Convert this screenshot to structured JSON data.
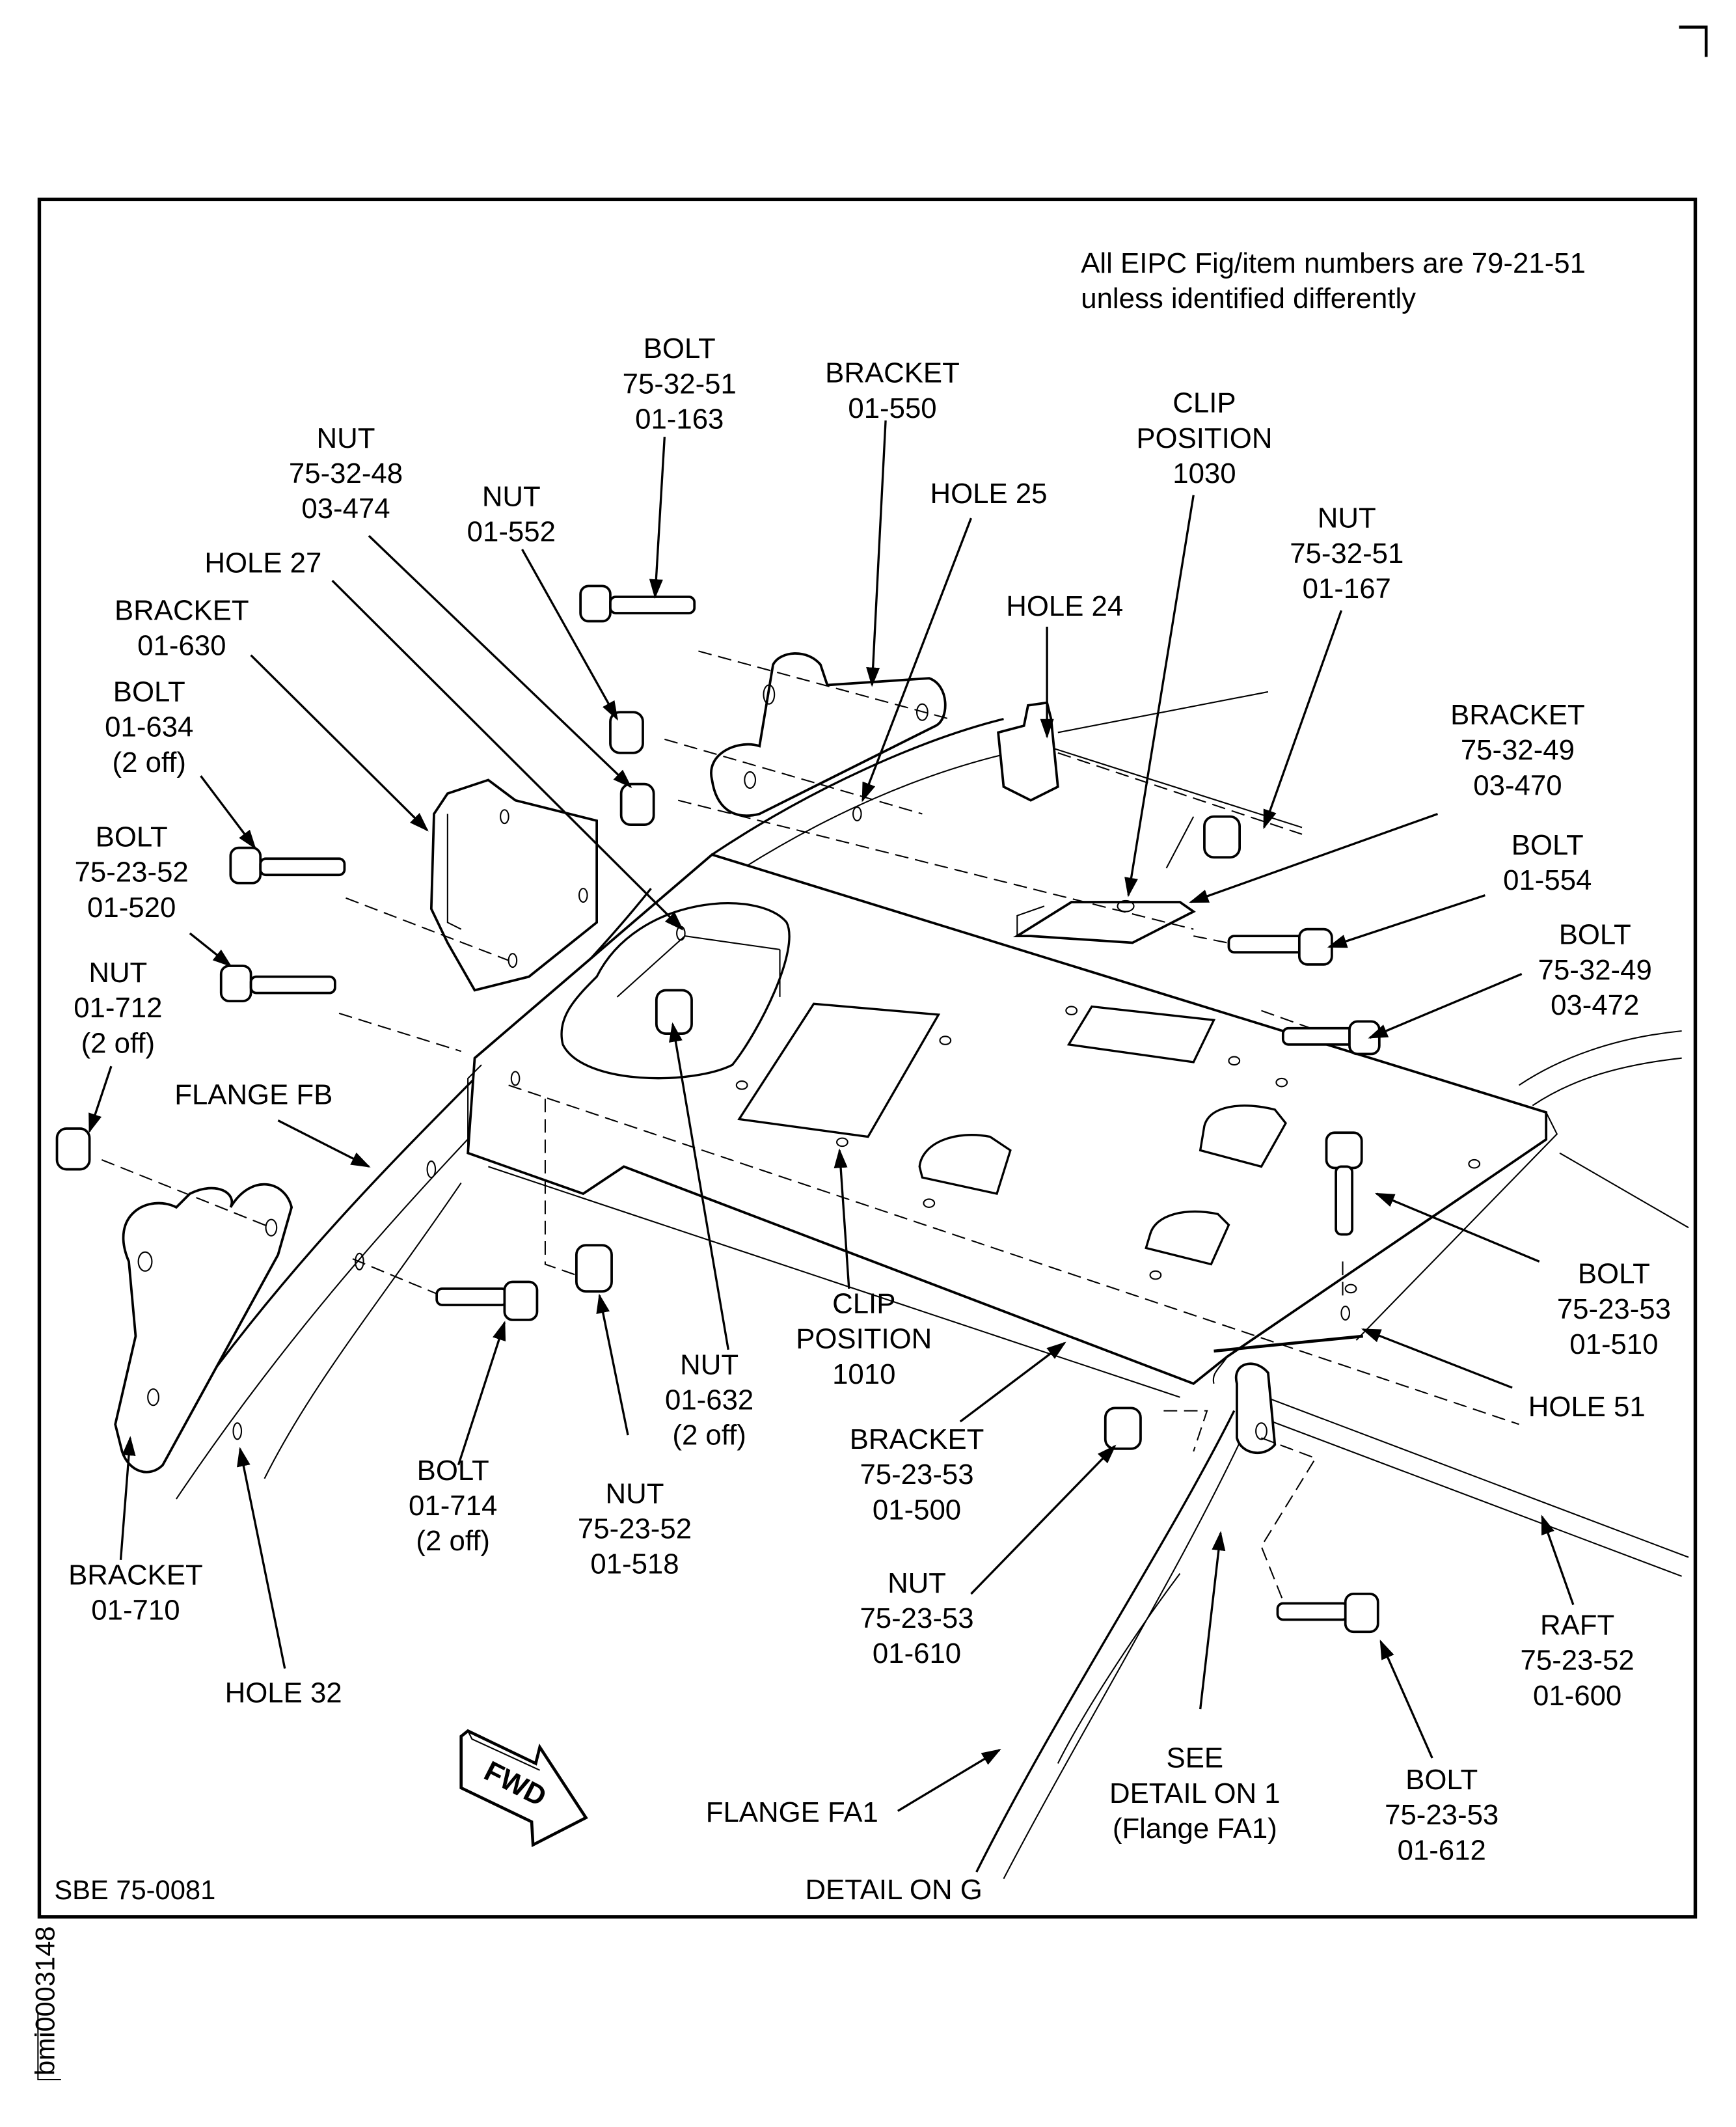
{
  "figure": {
    "note_line1": "All EIPC Fig/item numbers are 79-21-51",
    "note_line2": "unless identified differently",
    "sbe_ref": "SBE 75-0081",
    "detail_title": "DETAIL ON G",
    "image_id": "bmi0003148",
    "fwd_arrow": "FWD"
  },
  "callouts": [
    {
      "id": "bolt-01-163",
      "lines": [
        "BOLT",
        "75-32-51",
        "01-163"
      ]
    },
    {
      "id": "bracket-01-550",
      "lines": [
        "BRACKET",
        "01-550"
      ]
    },
    {
      "id": "nut-03-474",
      "lines": [
        "NUT",
        "75-32-48",
        "03-474"
      ]
    },
    {
      "id": "nut-01-552",
      "lines": [
        "NUT",
        "01-552"
      ]
    },
    {
      "id": "hole-25",
      "lines": [
        "HOLE 25"
      ]
    },
    {
      "id": "clip-1030",
      "lines": [
        "CLIP",
        "POSITION",
        "1030"
      ]
    },
    {
      "id": "nut-01-167",
      "lines": [
        "NUT",
        "75-32-51",
        "01-167"
      ]
    },
    {
      "id": "hole-27",
      "lines": [
        "HOLE 27"
      ]
    },
    {
      "id": "hole-24",
      "lines": [
        "HOLE 24"
      ]
    },
    {
      "id": "bracket-01-630",
      "lines": [
        "BRACKET",
        "01-630"
      ]
    },
    {
      "id": "bolt-01-634",
      "lines": [
        "BOLT",
        "01-634",
        "(2 off)"
      ]
    },
    {
      "id": "bracket-03-470",
      "lines": [
        "BRACKET",
        "75-32-49",
        "03-470"
      ]
    },
    {
      "id": "bolt-01-554",
      "lines": [
        "BOLT",
        "01-554"
      ]
    },
    {
      "id": "bolt-01-520",
      "lines": [
        "BOLT",
        "75-23-52",
        "01-520"
      ]
    },
    {
      "id": "bolt-03-472",
      "lines": [
        "BOLT",
        "75-32-49",
        "03-472"
      ]
    },
    {
      "id": "nut-01-712",
      "lines": [
        "NUT",
        "01-712",
        "(2 off)"
      ]
    },
    {
      "id": "flange-fb",
      "lines": [
        "FLANGE FB"
      ]
    },
    {
      "id": "bolt-01-510",
      "lines": [
        "BOLT",
        "75-23-53",
        "01-510"
      ]
    },
    {
      "id": "clip-1010",
      "lines": [
        "CLIP",
        "POSITION",
        "1010"
      ]
    },
    {
      "id": "nut-01-632",
      "lines": [
        "NUT",
        "01-632",
        "(2 off)"
      ]
    },
    {
      "id": "hole-51",
      "lines": [
        "HOLE 51"
      ]
    },
    {
      "id": "bracket-01-500",
      "lines": [
        "BRACKET",
        "75-23-53",
        "01-500"
      ]
    },
    {
      "id": "bolt-01-714",
      "lines": [
        "BOLT",
        "01-714",
        "(2 off)"
      ]
    },
    {
      "id": "nut-01-518",
      "lines": [
        "NUT",
        "75-23-52",
        "01-518"
      ]
    },
    {
      "id": "bracket-01-710",
      "lines": [
        "BRACKET",
        "01-710"
      ]
    },
    {
      "id": "nut-01-610",
      "lines": [
        "NUT",
        "75-23-53",
        "01-610"
      ]
    },
    {
      "id": "raft-01-600",
      "lines": [
        "RAFT",
        "75-23-52",
        "01-600"
      ]
    },
    {
      "id": "hole-32",
      "lines": [
        "HOLE 32"
      ]
    },
    {
      "id": "see-detail",
      "lines": [
        "SEE",
        "DETAIL ON 1",
        "(Flange FA1)"
      ]
    },
    {
      "id": "bolt-01-612",
      "lines": [
        "BOLT",
        "75-23-53",
        "01-612"
      ]
    },
    {
      "id": "flange-fa1",
      "lines": [
        "FLANGE FA1"
      ]
    }
  ]
}
